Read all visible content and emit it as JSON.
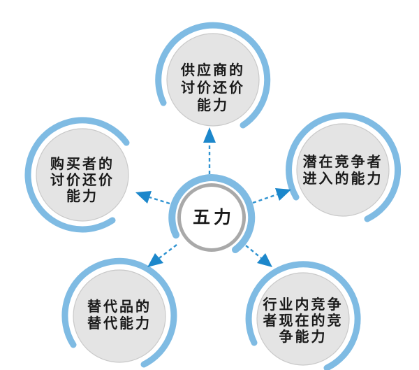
{
  "diagram": {
    "type": "five-forces-cycle",
    "center": {
      "label": "五力"
    },
    "nodes": [
      {
        "id": "supplier-power",
        "position": "top",
        "lines": [
          "供应商的",
          "讨价还价",
          "能力"
        ]
      },
      {
        "id": "buyer-power",
        "position": "left",
        "lines": [
          "购买者的",
          "讨价还价",
          "能力"
        ]
      },
      {
        "id": "new-entrants",
        "position": "right",
        "lines": [
          "潜在竞争者",
          "进入的能力"
        ]
      },
      {
        "id": "substitutes",
        "position": "bottom-left",
        "lines": [
          "替代品的",
          "替代能力"
        ]
      },
      {
        "id": "industry-rivalry",
        "position": "bottom-right",
        "lines": [
          "行业内竞争",
          "者现在的竞",
          "争能力"
        ]
      }
    ],
    "colors": {
      "arc_blue": "#7fbbe3",
      "arrow_blue": "#1c87cb",
      "dash_blue": "#2f93d1",
      "node_fill": "#e4e4e4",
      "node_edge": "#c9c9c9",
      "center_ring": "#a9a9a9",
      "text": "#1a1a1a",
      "background": "#ffffff"
    }
  }
}
